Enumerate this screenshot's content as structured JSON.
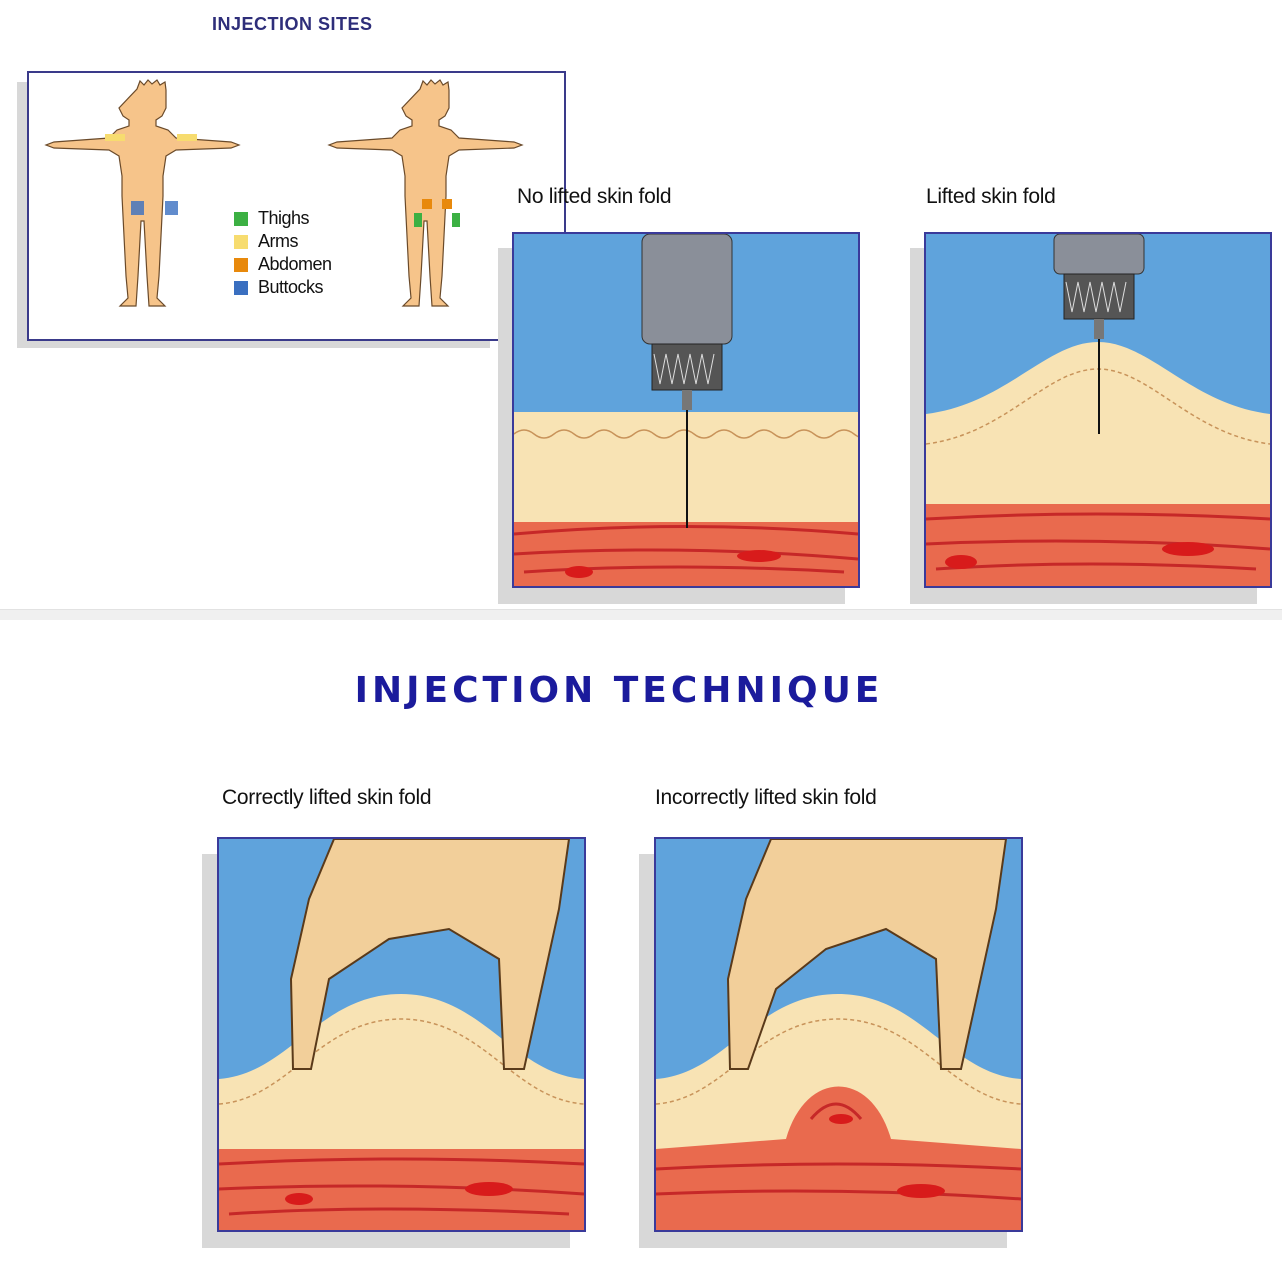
{
  "sites": {
    "title": "INJECTION SITES",
    "legend": [
      {
        "label": "Thighs",
        "color": "#3cb043"
      },
      {
        "label": "Arms",
        "color": "#f7dc6f"
      },
      {
        "label": "Abdomen",
        "color": "#e8890c"
      },
      {
        "label": "Buttocks",
        "color": "#3a6fc0"
      }
    ]
  },
  "panels_top": [
    {
      "label": "No lifted skin fold"
    },
    {
      "label": "Lifted skin fold"
    }
  ],
  "technique": {
    "title": "INJECTION TECHNIQUE",
    "panels": [
      {
        "label": "Correctly lifted skin fold"
      },
      {
        "label": "Incorrectly lifted skin fold"
      }
    ]
  }
}
